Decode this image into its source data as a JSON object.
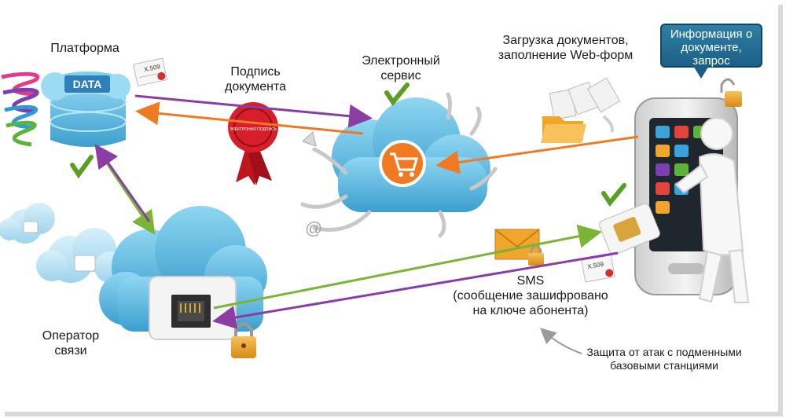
{
  "labels": {
    "platform": "Платформа",
    "signature": "Подпись\nдокумента",
    "eservice": "Электронный\nсервис",
    "upload": "Загрузка документов,\nзаполнение Web-форм",
    "callout": "Информация о\nдокументе, запрос\nPIN на ЭП",
    "operator": "Оператор\nсвязи",
    "sms": "SMS\n(сообщение зашифровано\nна ключе абонента)",
    "protection": "Защита от атак с подменными\nбазовыми станциями"
  },
  "badges": {
    "data": "DATA",
    "x509_a": "X.509",
    "x509_b": "X.509",
    "seal": "ЭЛЕКТРОНАЯ ПОДПИСЬ"
  },
  "icons": [
    "cloud-icon",
    "server-data-icon",
    "shopping-cart-icon",
    "lock-icon",
    "envelope-icon",
    "sim-card-icon",
    "smartphone-icon",
    "checkmark-icon",
    "seal-icon",
    "document-icon",
    "folder-icon",
    "ethernet-port-icon",
    "cursor-icon"
  ],
  "colors": {
    "purple": "#8a3da3",
    "orange": "#f07a22",
    "green": "#7ab535",
    "cloud": "#6ec3e6",
    "check": "#5a9e23"
  }
}
